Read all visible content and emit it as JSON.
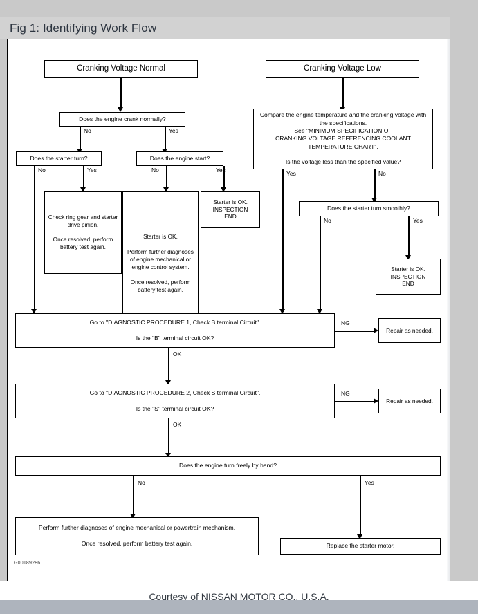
{
  "header": {
    "title": "Fig 1: Identifying Work Flow"
  },
  "footer": {
    "courtesy": "Courtesy of NISSAN MOTOR CO., U.S.A.",
    "figure_code": "G00189286"
  },
  "chart_data": {
    "type": "diagram",
    "title": "Identifying Work Flow",
    "nodes": [
      {
        "id": "n1",
        "label": "Cranking Voltage Normal"
      },
      {
        "id": "n2",
        "label": "Does the engine crank normally?"
      },
      {
        "id": "n3",
        "label": "Does the starter turn?"
      },
      {
        "id": "n4",
        "label": "Does the engine start?"
      },
      {
        "id": "n5",
        "label": "Check ring gear and starter drive pinion.\n\nOnce resolved, perform battery test again."
      },
      {
        "id": "n6",
        "label": "Starter is OK.\n\nPerform further diagnoses of engine mechanical or engine control system.\n\nOnce resolved, perform battery test again."
      },
      {
        "id": "n7",
        "label": "Starter is OK.\nINSPECTION\nEND"
      },
      {
        "id": "n8",
        "label": "Cranking Voltage Low"
      },
      {
        "id": "n9",
        "label": "Compare the engine temperature and the cranking voltage with the specifications.\nSee \"MINIMUM SPECIFICATION OF\nCRANKING VOLTAGE REFERENCING COOLANT\nTEMPERATURE CHART\".\n\nIs the voltage less than the specified value?"
      },
      {
        "id": "n10",
        "label": "Does the starter turn smoothly?"
      },
      {
        "id": "n11",
        "label": "Starter is OK.\nINSPECTION\nEND"
      },
      {
        "id": "n12",
        "label": "Go to \"DIAGNOSTIC PROCEDURE 1, Check B terminal Circuit\".\n\nIs the \"B\" terminal circuit OK?"
      },
      {
        "id": "n13",
        "label": "Repair as needed."
      },
      {
        "id": "n14",
        "label": "Go to \"DIAGNOSTIC PROCEDURE 2, Check S terminal Circuit\".\n\nIs the \"S\" terminal circuit OK?"
      },
      {
        "id": "n15",
        "label": "Repair as needed."
      },
      {
        "id": "n16",
        "label": "Does the engine turn freely by hand?"
      },
      {
        "id": "n17",
        "label": "Perform further diagnoses of engine mechanical or powertrain mechanism.\n\nOnce resolved, perform battery test again."
      },
      {
        "id": "n18",
        "label": "Replace the starter motor."
      }
    ],
    "edges": [
      {
        "from": "n1",
        "to": "n2",
        "label": ""
      },
      {
        "from": "n2",
        "to": "n3",
        "label": "No"
      },
      {
        "from": "n2",
        "to": "n4",
        "label": "Yes"
      },
      {
        "from": "n3",
        "to": "n12",
        "label": "No"
      },
      {
        "from": "n3",
        "to": "n5",
        "label": "Yes"
      },
      {
        "from": "n4",
        "to": "n6",
        "label": "No"
      },
      {
        "from": "n4",
        "to": "n7",
        "label": "Yes"
      },
      {
        "from": "n8",
        "to": "n9",
        "label": ""
      },
      {
        "from": "n9",
        "to": "n12",
        "label": "Yes"
      },
      {
        "from": "n9",
        "to": "n10",
        "label": "No"
      },
      {
        "from": "n10",
        "to": "n12",
        "label": "No"
      },
      {
        "from": "n10",
        "to": "n11",
        "label": "Yes"
      },
      {
        "from": "n12",
        "to": "n13",
        "label": "NG"
      },
      {
        "from": "n12",
        "to": "n14",
        "label": "OK"
      },
      {
        "from": "n14",
        "to": "n15",
        "label": "NG"
      },
      {
        "from": "n14",
        "to": "n16",
        "label": "OK"
      },
      {
        "from": "n16",
        "to": "n17",
        "label": "No"
      },
      {
        "from": "n16",
        "to": "n18",
        "label": "Yes"
      }
    ],
    "edge_labels": {
      "no": "No",
      "yes": "Yes",
      "ok": "OK",
      "ng": "NG"
    }
  }
}
